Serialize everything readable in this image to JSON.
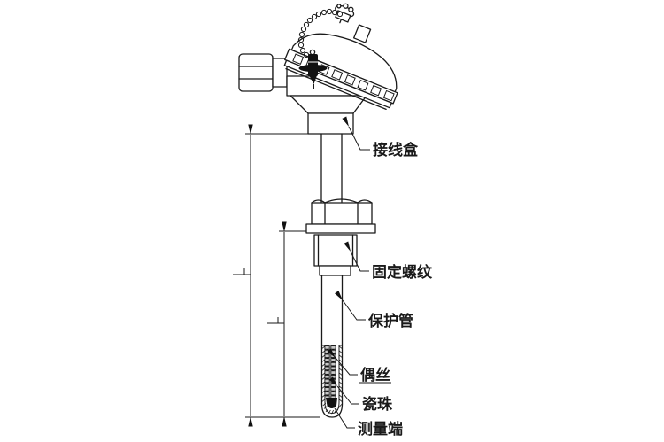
{
  "drawing": {
    "labels": {
      "junction_box": "接线盒",
      "fixing_thread": "固定螺纹",
      "protection_tube": "保护管",
      "thermocouple_wire": "偶丝",
      "ceramic_bead": "瓷珠",
      "measuring_end": "测量端"
    },
    "colors": {
      "line": "#1a1a1a",
      "dark_fill": "#111111",
      "background": "#ffffff"
    }
  }
}
